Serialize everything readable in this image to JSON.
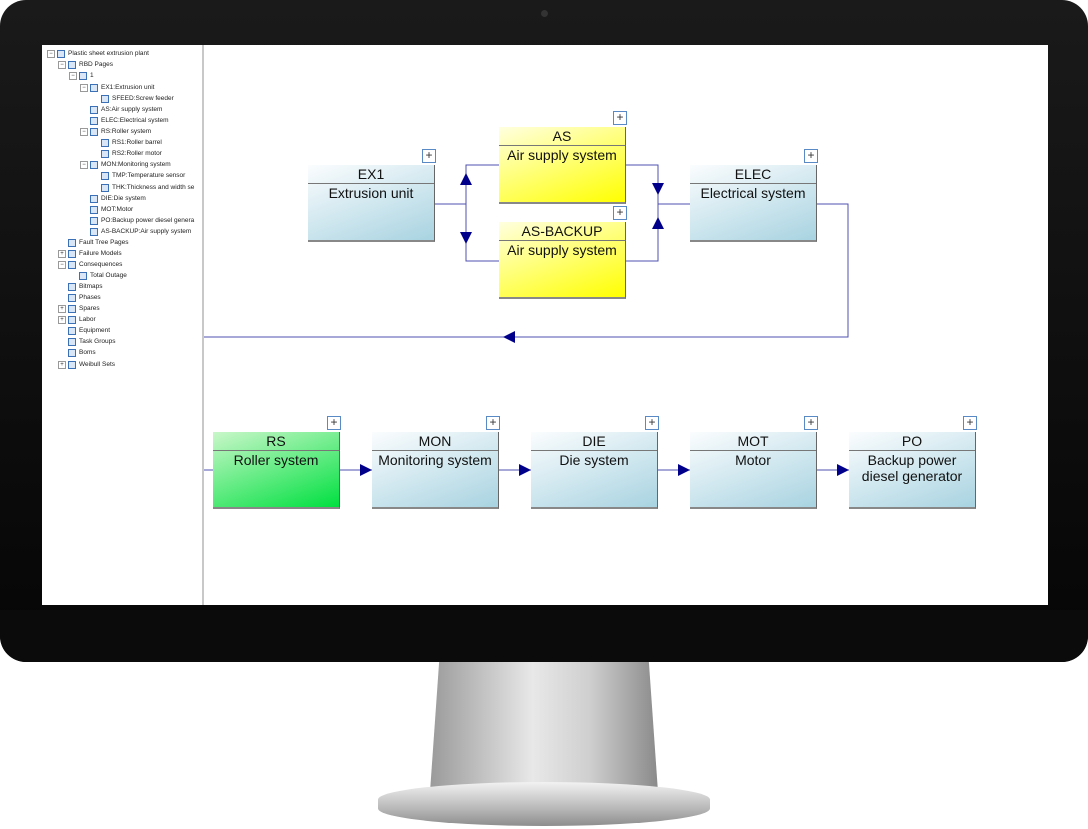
{
  "tree": [
    {
      "label": "Plastic sheet extrusion plant",
      "level": 0,
      "exp": "−"
    },
    {
      "label": "RBD Pages",
      "level": 1,
      "exp": "−"
    },
    {
      "label": "1",
      "level": 2,
      "exp": "−"
    },
    {
      "label": "EX1:Extrusion unit",
      "level": 3,
      "exp": "−"
    },
    {
      "label": "SFEED:Screw feeder",
      "level": 4,
      "exp": ""
    },
    {
      "label": "AS:Air supply system",
      "level": 3,
      "exp": ""
    },
    {
      "label": "ELEC:Electrical system",
      "level": 3,
      "exp": ""
    },
    {
      "label": "RS:Roller system",
      "level": 3,
      "exp": "−"
    },
    {
      "label": "RS1:Roller barrel",
      "level": 4,
      "exp": ""
    },
    {
      "label": "RS2:Roller motor",
      "level": 4,
      "exp": ""
    },
    {
      "label": "MON:Monitoring system",
      "level": 3,
      "exp": "−"
    },
    {
      "label": "TMP:Temperature sensor",
      "level": 4,
      "exp": ""
    },
    {
      "label": "THK:Thickness and width se",
      "level": 4,
      "exp": ""
    },
    {
      "label": "DIE:Die system",
      "level": 3,
      "exp": ""
    },
    {
      "label": "MOT:Motor",
      "level": 3,
      "exp": ""
    },
    {
      "label": "PO:Backup power diesel genera",
      "level": 3,
      "exp": ""
    },
    {
      "label": "AS-BACKUP:Air supply system",
      "level": 3,
      "exp": ""
    },
    {
      "label": "Fault Tree Pages",
      "level": 1,
      "exp": ""
    },
    {
      "label": "Failure Models",
      "level": 1,
      "exp": "+"
    },
    {
      "label": "Consequences",
      "level": 1,
      "exp": "−"
    },
    {
      "label": "Total Outage",
      "level": 2,
      "exp": ""
    },
    {
      "label": "Bitmaps",
      "level": 1,
      "exp": ""
    },
    {
      "label": "Phases",
      "level": 1,
      "exp": ""
    },
    {
      "label": "Spares",
      "level": 1,
      "exp": "+"
    },
    {
      "label": "Labor",
      "level": 1,
      "exp": "+"
    },
    {
      "label": "Equipment",
      "level": 1,
      "exp": ""
    },
    {
      "label": "Task Groups",
      "level": 1,
      "exp": ""
    },
    {
      "label": "Boms",
      "level": 1,
      "exp": ""
    },
    {
      "label": "Weibull Sets",
      "level": 1,
      "exp": "+"
    }
  ],
  "blocks": [
    {
      "id": "EX1",
      "name": "Extrusion unit",
      "color": "blue"
    },
    {
      "id": "AS",
      "name": "Air supply system",
      "color": "yellow"
    },
    {
      "id": "AS-BACKUP",
      "name": "Air supply system",
      "color": "yellow"
    },
    {
      "id": "ELEC",
      "name": "Electrical system",
      "color": "blue"
    },
    {
      "id": "RS",
      "name": "Roller system",
      "color": "green"
    },
    {
      "id": "MON",
      "name": "Monitoring system",
      "color": "blue"
    },
    {
      "id": "DIE",
      "name": "Die system",
      "color": "blue"
    },
    {
      "id": "MOT",
      "name": "Motor",
      "color": "blue"
    },
    {
      "id": "PO",
      "name": "Backup power diesel generator",
      "color": "blue"
    }
  ],
  "expand_symbol": "+",
  "line_color": "#00008b"
}
